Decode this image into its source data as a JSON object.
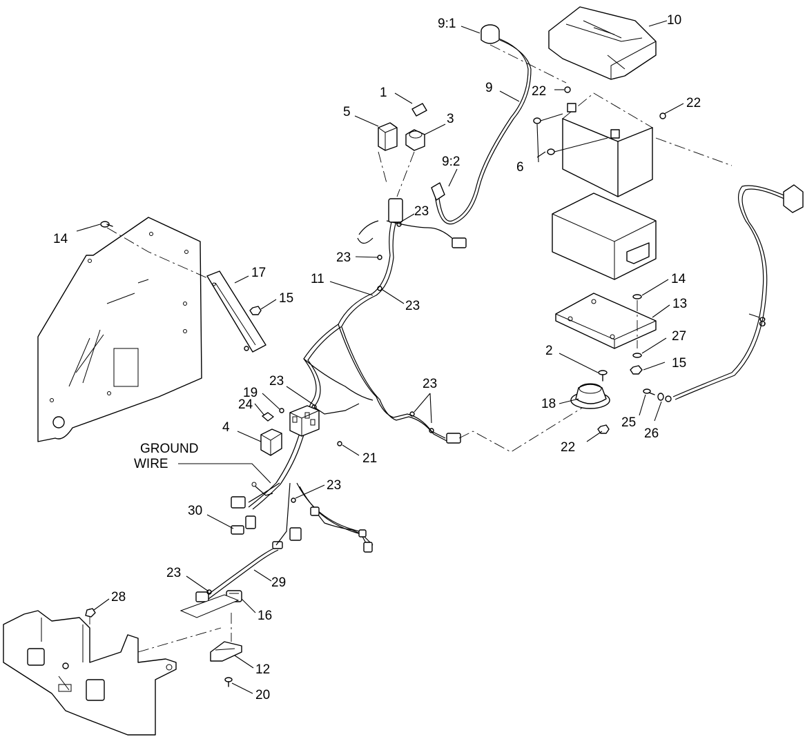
{
  "labels": {
    "c1": "1",
    "c2": "2",
    "c3": "3",
    "c4": "4",
    "c5": "5",
    "c6": "6",
    "c8": "8",
    "c9": "9",
    "c9_1": "9:1",
    "c9_2": "9:2",
    "c10": "10",
    "c11": "11",
    "c12": "12",
    "c13": "13",
    "c14a": "14",
    "c14b": "14",
    "c15a": "15",
    "c15b": "15",
    "c16": "16",
    "c17": "17",
    "c18": "18",
    "c19": "19",
    "c20": "20",
    "c21": "21",
    "c22a": "22",
    "c22b": "22",
    "c22c": "22",
    "c23a": "23",
    "c23b": "23",
    "c23c": "23",
    "c23d": "23",
    "c23e": "23",
    "c23f": "23",
    "c23g": "23",
    "c24": "24",
    "c25": "25",
    "c26": "26",
    "c27": "27",
    "c28": "28",
    "c29": "29",
    "c30": "30",
    "ground_line1": "GROUND",
    "ground_line2": "WIRE"
  }
}
